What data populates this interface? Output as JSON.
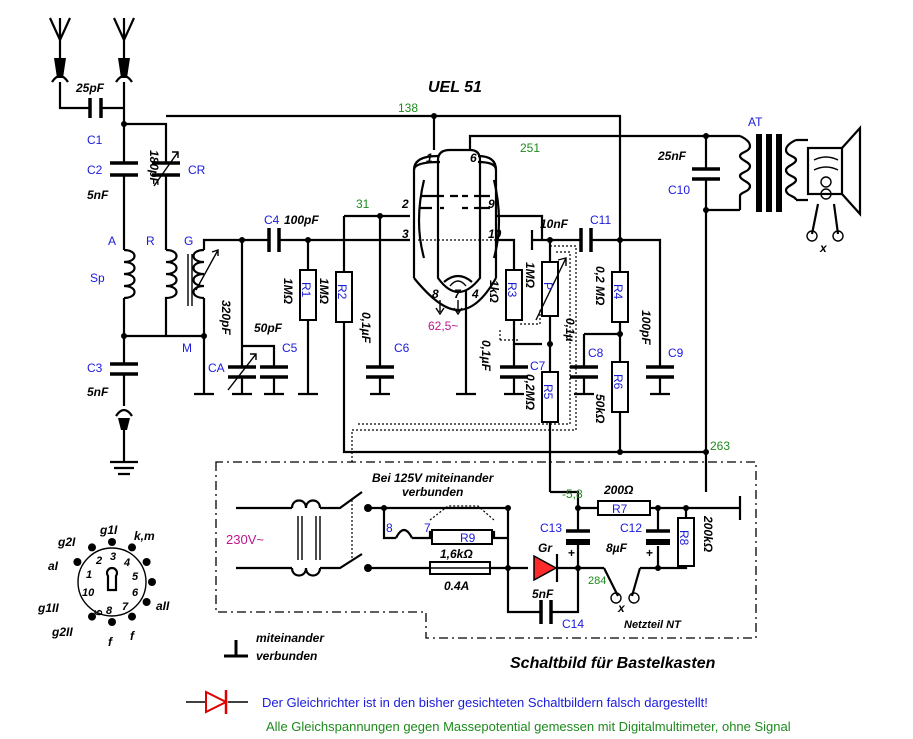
{
  "title": "UEL 51",
  "subtitle": "Schaltbild für Bastelkasten",
  "netzteil": "Netzteil NT",
  "note_junction": [
    "miteinander",
    "verbunden"
  ],
  "note_125v": [
    "Bei 125V miteinander",
    "verbunden"
  ],
  "legend_diode": "Der Gleichrichter ist in den bisher gesichteten Schaltbildern falsch dargestellt!",
  "legend_voltage": "Alle Gleichspannungen gegen Massepotential gemessen mit Digitalmultimeter, ohne Signal",
  "colors": {
    "component_id": "#1a1adb",
    "voltage": "#1e8a1e",
    "ac_voltage": "#c0168c",
    "diode": "#e00000"
  },
  "voltages": {
    "v138": "138",
    "v251": "251",
    "v31": "31",
    "v62": "62,5~",
    "v263": "263",
    "v58": "-5,8",
    "v284": "284",
    "v230": "230V~"
  },
  "values": {
    "c1": "25pF",
    "c2": "5nF",
    "c3": "5nF",
    "cr": "180pF",
    "c4": "100pF",
    "c5": "50pF",
    "ca": "320pF",
    "r1": "1MΩ",
    "r2": "1MΩ",
    "c6": "0,1µF",
    "r3": "1kΩ",
    "c7": "0,1µF",
    "p": "1MΩ",
    "c8": "0,1µ",
    "r5": "0,2MΩ",
    "c11": "10nF",
    "r4": "0,2 MΩ",
    "r6": "50kΩ",
    "c9": "100pF",
    "c10": "25nF",
    "r7": "200Ω",
    "c12c13": "8µF",
    "r8": "200kΩ",
    "r9": "1,6kΩ",
    "fuse": "0.4A",
    "c14": "5nF",
    "diode": "Gr"
  },
  "ids": {
    "c1": "C1",
    "c2": "C2",
    "c3": "C3",
    "cr": "CR",
    "a": "A",
    "r": "R",
    "g": "G",
    "sp": "Sp",
    "m": "M",
    "ca": "CA",
    "c4": "C4",
    "c5": "C5",
    "r1": "R1",
    "r2": "R2",
    "c6": "C6",
    "r3": "R3",
    "c7": "C7",
    "p": "P",
    "c8": "C8",
    "r5": "R5",
    "c11": "C11",
    "r4": "R4",
    "r6": "R6",
    "c9": "C9",
    "c10": "C10",
    "at": "AT",
    "r7": "R7",
    "c12": "C12",
    "c13": "C13",
    "r8": "R8",
    "r9": "R9",
    "c14": "C14"
  },
  "pins": {
    "p1": "1",
    "p2": "2",
    "p3": "3",
    "p4": "4",
    "p6": "6",
    "p7": "7",
    "p8": "8",
    "p9": "9",
    "p10": "10",
    "f7": "7",
    "f8": "8",
    "plus1": "+",
    "plus2": "+"
  },
  "speaker_x": "x",
  "supply_x": "x",
  "base": {
    "g2I": "g2I",
    "g1I": "g1I",
    "km": "k,m",
    "aI": "aI",
    "aII": "aII",
    "g1II": "g1II",
    "g2II": "g2II",
    "f1": "f",
    "f2": "f",
    "n1": "1",
    "n2": "2",
    "n3": "3",
    "n4": "4",
    "n5": "5",
    "n6": "6",
    "n7": "7",
    "n8": "8",
    "n9": "9",
    "n10": "10"
  }
}
